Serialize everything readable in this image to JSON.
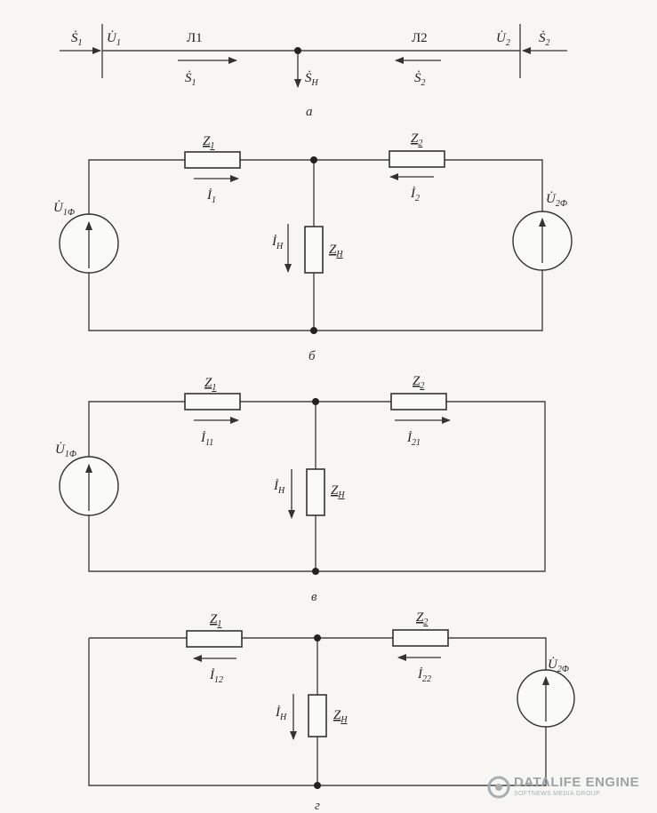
{
  "panel_a": {
    "caption": "а",
    "S1_left": "Ṡ",
    "S1_left_sub": "1",
    "U1": "U̇",
    "U1_sub": "1",
    "L1": "Л1",
    "S1_mid": "Ṡ",
    "S1_mid_sub": "1",
    "SH": "Ṡ",
    "SH_sub": "Н",
    "L2": "Л2",
    "S2_mid": "Ṡ",
    "S2_mid_sub": "2",
    "U2": "U̇",
    "U2_sub": "2",
    "S2_right": "Ṡ",
    "S2_right_sub": "2"
  },
  "panel_b": {
    "caption": "б",
    "Z1": "Z",
    "Z1_sub": "1",
    "Z2": "Z",
    "Z2_sub": "2",
    "ZH": "Z",
    "ZH_sub": "Н",
    "I1": "İ",
    "I1_sub": "1",
    "I2": "İ",
    "I2_sub": "2",
    "IH": "İ",
    "IH_sub": "Н",
    "U1F": "U̇",
    "U1F_sub": "1Ф",
    "U2F": "U̇",
    "U2F_sub": "2Ф"
  },
  "panel_c": {
    "caption": "в",
    "Z1": "Z",
    "Z1_sub": "1",
    "Z2": "Z",
    "Z2_sub": "2",
    "ZH": "Z",
    "ZH_sub": "Н",
    "I11": "İ",
    "I11_sub": "11",
    "I21": "İ",
    "I21_sub": "21",
    "IH": "İ",
    "IH_sub": "Н",
    "U1F": "U̇",
    "U1F_sub": "1Ф"
  },
  "panel_d": {
    "caption": "г",
    "Z1": "Z",
    "Z1_sub": "1",
    "Z2": "Z",
    "Z2_sub": "2",
    "ZH": "Z",
    "ZH_sub": "Н",
    "I12": "İ",
    "I12_sub": "12",
    "I22": "İ",
    "I22_sub": "22",
    "IH": "İ",
    "IH_sub": "Н",
    "U2F": "U̇",
    "U2F_sub": "2Ф"
  },
  "watermark": {
    "main": "DATALIFE ENGINE",
    "sub": "SOFTNEWS MEDIA GROUP"
  }
}
